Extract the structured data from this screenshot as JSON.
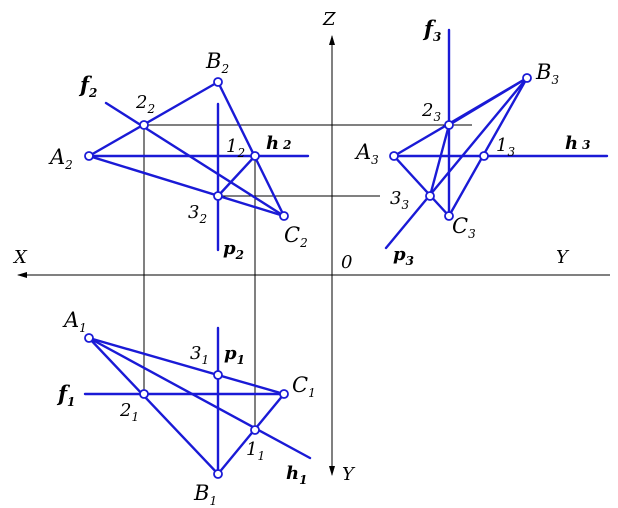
{
  "axes": {
    "x": "X",
    "y": "Y",
    "z": "Z",
    "origin": "0",
    "y_lower": "Y"
  },
  "labels": {
    "A2": {
      "main": "A",
      "sub": "2"
    },
    "B2": {
      "main": "B",
      "sub": "2"
    },
    "C2": {
      "main": "C",
      "sub": "2"
    },
    "f2": {
      "main": "f",
      "sub": "2"
    },
    "p22": {
      "main": "2",
      "sub": "2"
    },
    "p12": {
      "main": "1",
      "sub": "2"
    },
    "p32": {
      "main": "3",
      "sub": "2"
    },
    "h2": {
      "main": "h",
      "sub": "2"
    },
    "pp2": {
      "main": "p",
      "sub": "2"
    },
    "A3": {
      "main": "A",
      "sub": "3"
    },
    "B3": {
      "main": "B",
      "sub": "3"
    },
    "C3": {
      "main": "C",
      "sub": "3"
    },
    "f3": {
      "main": "f",
      "sub": "3"
    },
    "p23": {
      "main": "2",
      "sub": "3"
    },
    "p13": {
      "main": "1",
      "sub": "3"
    },
    "p33": {
      "main": "3",
      "sub": "3"
    },
    "h3": {
      "main": "h",
      "sub": "3"
    },
    "pp3": {
      "main": "p",
      "sub": "3"
    },
    "A1": {
      "main": "A",
      "sub": "1"
    },
    "B1": {
      "main": "B",
      "sub": "1"
    },
    "C1": {
      "main": "C",
      "sub": "1"
    },
    "f1": {
      "main": "f",
      "sub": "1"
    },
    "p21": {
      "main": "2",
      "sub": "1"
    },
    "p11": {
      "main": "1",
      "sub": "1"
    },
    "p31": {
      "main": "3",
      "sub": "1"
    },
    "h1": {
      "main": "h",
      "sub": "1"
    },
    "pp1": {
      "main": "p",
      "sub": "1"
    }
  },
  "colors": {
    "construction": "#1a1ad6",
    "axis": "#000000"
  }
}
